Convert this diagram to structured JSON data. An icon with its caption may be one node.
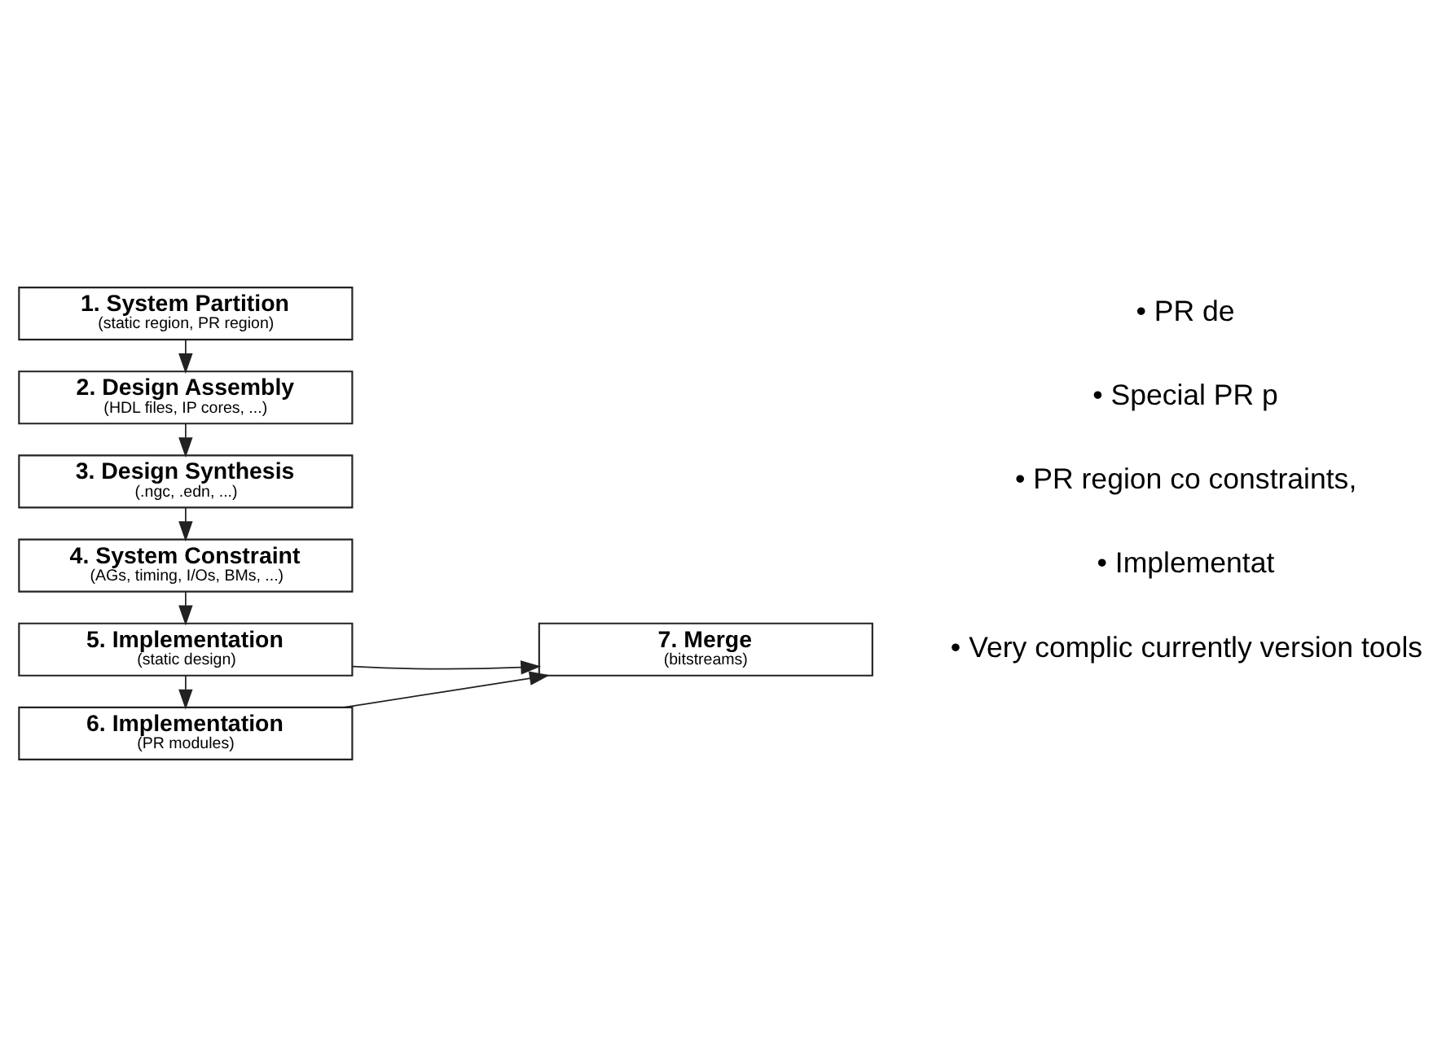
{
  "diagram": {
    "nodes": [
      {
        "text": [
          "1. System Partition",
          "(static region, PR region)"
        ]
      },
      {
        "text": [
          "2. Design Assembly",
          "(HDL files, IP cores, ...)"
        ]
      },
      {
        "text": [
          "3. Design Synthesis",
          "(.ngc, .edn, ...)"
        ]
      },
      {
        "text": [
          "4. System Constraint",
          "(AGs, timing, I/Os, BMs, ...)"
        ]
      },
      {
        "text": [
          "5. Implementation",
          "(static design)"
        ]
      },
      {
        "text": [
          "6. Implementation",
          "(PR modules)"
        ]
      },
      {
        "text": [
          "7. Merge",
          "(bitstreams)"
        ]
      }
    ],
    "edges": [
      {
        "from": 0,
        "to": 1,
        "arrow": "to"
      },
      {
        "from": 1,
        "to": 2,
        "arrow": "to"
      },
      {
        "from": 2,
        "to": 3,
        "arrow": "to"
      },
      {
        "from": 3,
        "to": 4,
        "arrow": "to"
      },
      {
        "from": 4,
        "to": 5,
        "arrow": "to"
      },
      {
        "from": 4,
        "to": 6,
        "arrow": "to"
      },
      {
        "from": 5,
        "to": 6,
        "arrow": "to"
      }
    ],
    "labels": [
      "• PR de",
      "• Special PR p",
      "• PR region co constraints,",
      "• Implementat",
      "• Very complic currently version tools"
    ]
  }
}
